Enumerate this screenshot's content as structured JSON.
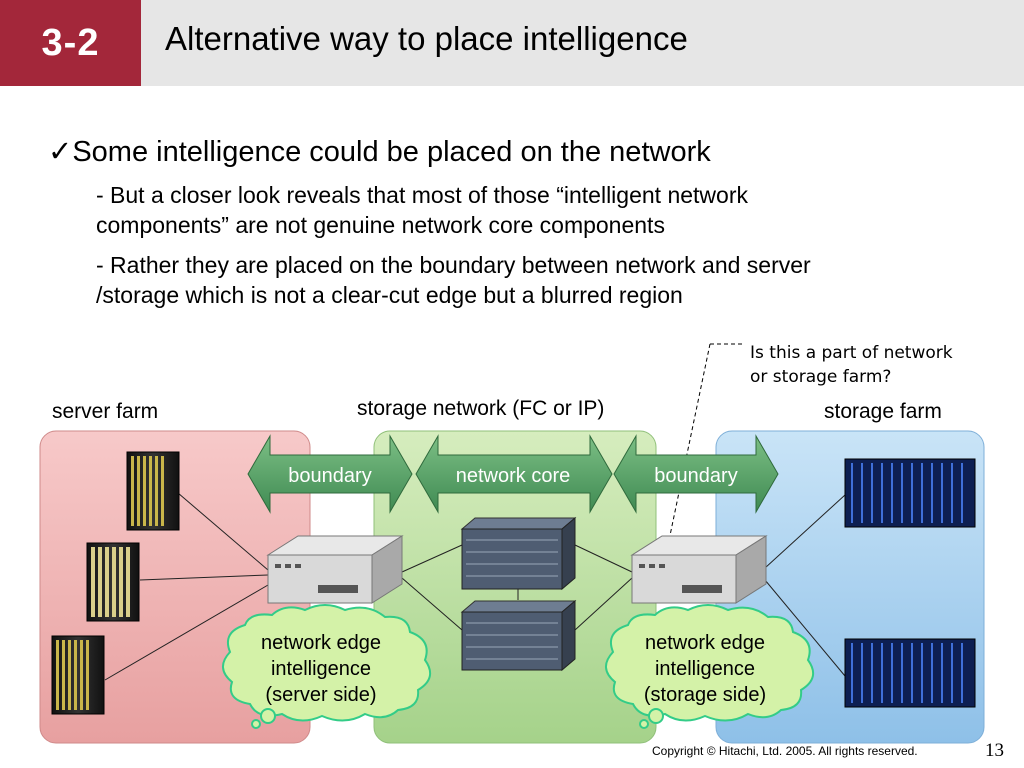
{
  "slide": {
    "number": "3-2",
    "title": "Alternative way to place intelligence",
    "bullet_mark": "✓",
    "bullet": "Some intelligence could be placed on the network",
    "sub_bullets": [
      {
        "line1": "- But a closer look reveals that most of those “intelligent network",
        "line2": "components” are not genuine network core components"
      },
      {
        "line1": "- Rather they are placed on the boundary between network and server",
        "line2": "/storage which is not a clear-cut edge but a blurred region"
      }
    ]
  },
  "diagram": {
    "question": {
      "line1": "Is this a part of network",
      "line2": "or storage farm?"
    },
    "regions": {
      "server": "server farm",
      "network": "storage network (FC or IP)",
      "storage": "storage farm"
    },
    "arrows": {
      "boundary_left": "boundary",
      "core": "network core",
      "boundary_right": "boundary"
    },
    "clouds": {
      "server_side": {
        "line1": "network edge",
        "line2": "intelligence",
        "line3": "(server side)"
      },
      "storage_side": {
        "line1": "network edge",
        "line2": "intelligence",
        "line3": "(storage side)"
      }
    },
    "colors": {
      "server_region": "#f2b3b3",
      "network_region": "#bfe0a0",
      "storage_region": "#a8cff0",
      "arrow": "#5fa06c",
      "cloud": "#d4f2a8",
      "cloud_stroke": "#33cc88"
    }
  },
  "footer": {
    "copyright": "Copyright © Hitachi, Ltd. 2005. All rights reserved.",
    "page": "13"
  }
}
